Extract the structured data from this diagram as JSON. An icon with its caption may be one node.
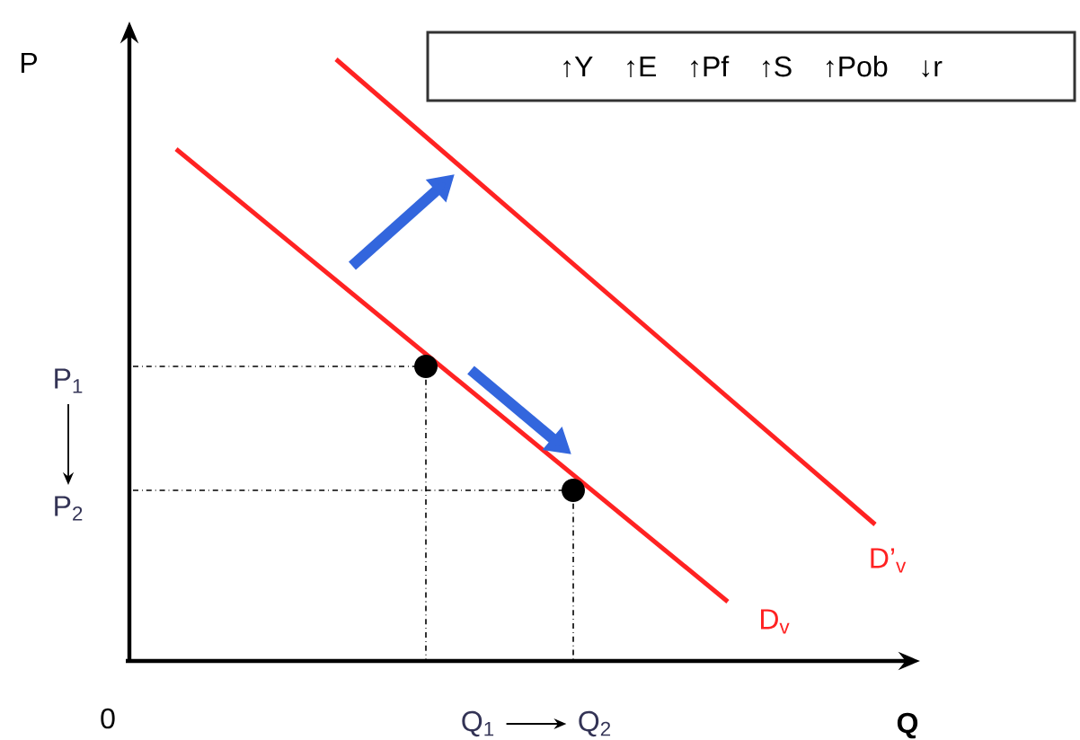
{
  "diagram": {
    "nodes": [
      {
        "text": [
          "↑Y ↑E ↑Pf ↑S ↑Pob ↓r"
        ]
      },
      {
        "text": [
          "P$_{1}$"
        ]
      },
      {
        "text": [
          "P$_{2}$"
        ]
      },
      {
        "text": [
          "Q$_{1}$"
        ]
      },
      {
        "text": [
          "Q$_{2}$"
        ]
      }
    ],
    "edges": [
      {
        "from": 1,
        "to": 2,
        "arrow": "to"
      },
      {
        "from": 3,
        "to": 4,
        "arrow": "to"
      }
    ],
    "labels": [
      "P",
      "D’$_{v}$",
      "D$_{v}$",
      "0",
      "Q"
    ]
  }
}
